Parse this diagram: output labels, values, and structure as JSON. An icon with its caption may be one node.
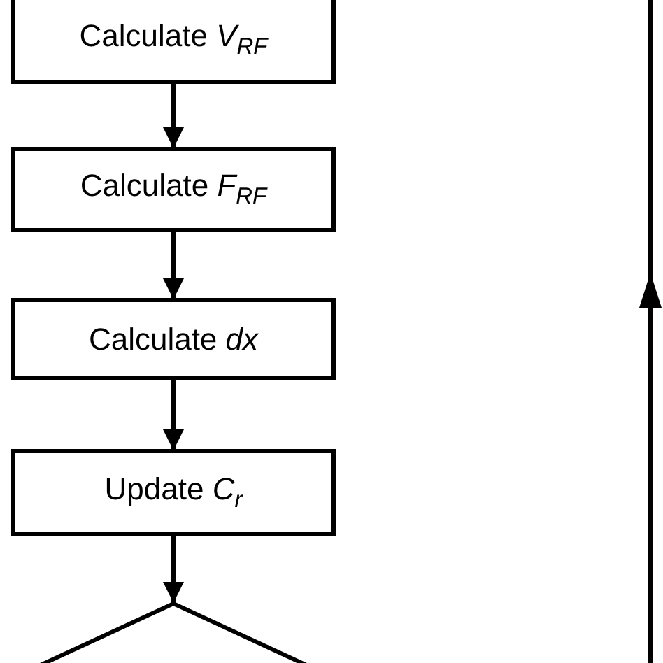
{
  "diagram": {
    "nodes": [
      {
        "text": [
          "Calculate *V*$_{RF}$"
        ]
      },
      {
        "text": [
          "Calculate *F*$_{RF}$"
        ]
      },
      {
        "text": [
          "Calculate *dx*"
        ]
      },
      {
        "text": [
          "Update *C*$_{r}$"
        ]
      },
      {
        "text": [],
        "shape": "diamond"
      }
    ],
    "edges": [
      {
        "from": 0,
        "to": 1,
        "arrow": "to"
      },
      {
        "from": 1,
        "to": 2,
        "arrow": "to"
      },
      {
        "from": 2,
        "to": 3,
        "arrow": "to"
      },
      {
        "from": 3,
        "to": 4,
        "arrow": "to"
      },
      {
        "from": 4,
        "to": 0,
        "arrow": "to"
      }
    ]
  }
}
